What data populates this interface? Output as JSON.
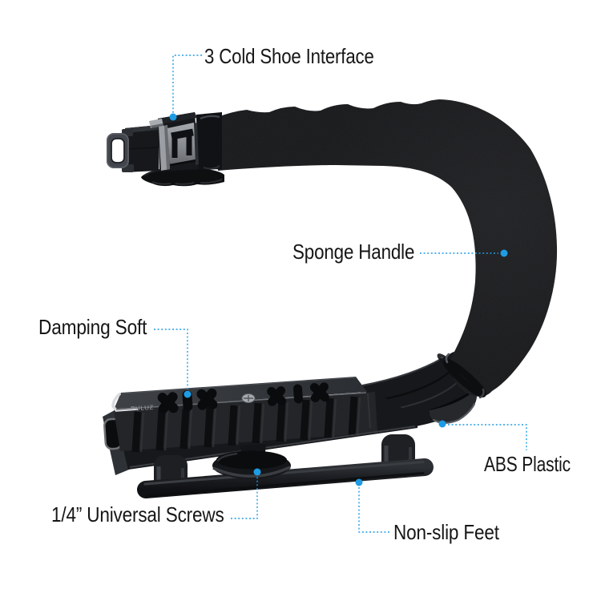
{
  "page": {
    "background_color": "#ffffff",
    "text_color": "#161616",
    "accent_color": "#1e9ce4"
  },
  "callouts": {
    "cold_shoe": {
      "label": "3 Cold Shoe Interface"
    },
    "sponge_handle": {
      "label": "Sponge Handle"
    },
    "damping_soft": {
      "label": "Damping Soft"
    },
    "abs_plastic": {
      "label": "ABS Plastic"
    },
    "universal_screws": {
      "label": "1/4” Universal Screws"
    },
    "non_slip_feet": {
      "label": "Non-slip Feet"
    }
  },
  "product": {
    "brand": "PULUZ"
  }
}
